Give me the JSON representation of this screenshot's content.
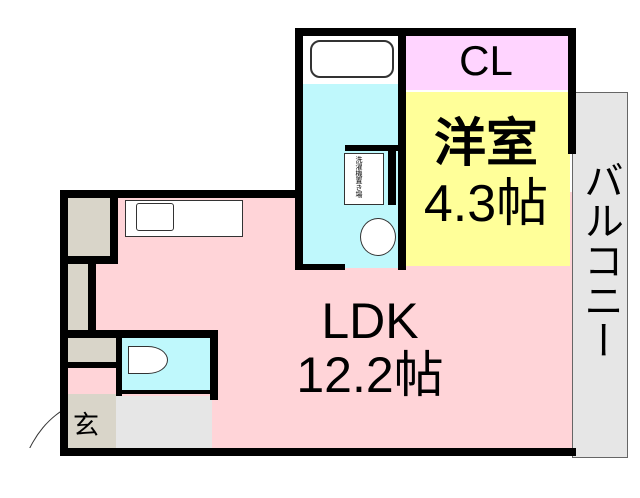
{
  "rooms": {
    "ldk": {
      "name": "LDK",
      "size": "12.2帖"
    },
    "western": {
      "name": "洋室",
      "size": "4.3帖"
    },
    "closet": {
      "name": "CL"
    },
    "balcony": {
      "name": "バルコニー"
    },
    "entrance": {
      "name": "玄"
    },
    "washer": {
      "name": "洗濯機置き場"
    }
  },
  "colors": {
    "ldk": "#ffd4d8",
    "western": "#ffff99",
    "closet": "#ffd4ff",
    "water": "#bff8fc",
    "storage": "#d9d5c9",
    "balcony": "#e6e6e6"
  }
}
